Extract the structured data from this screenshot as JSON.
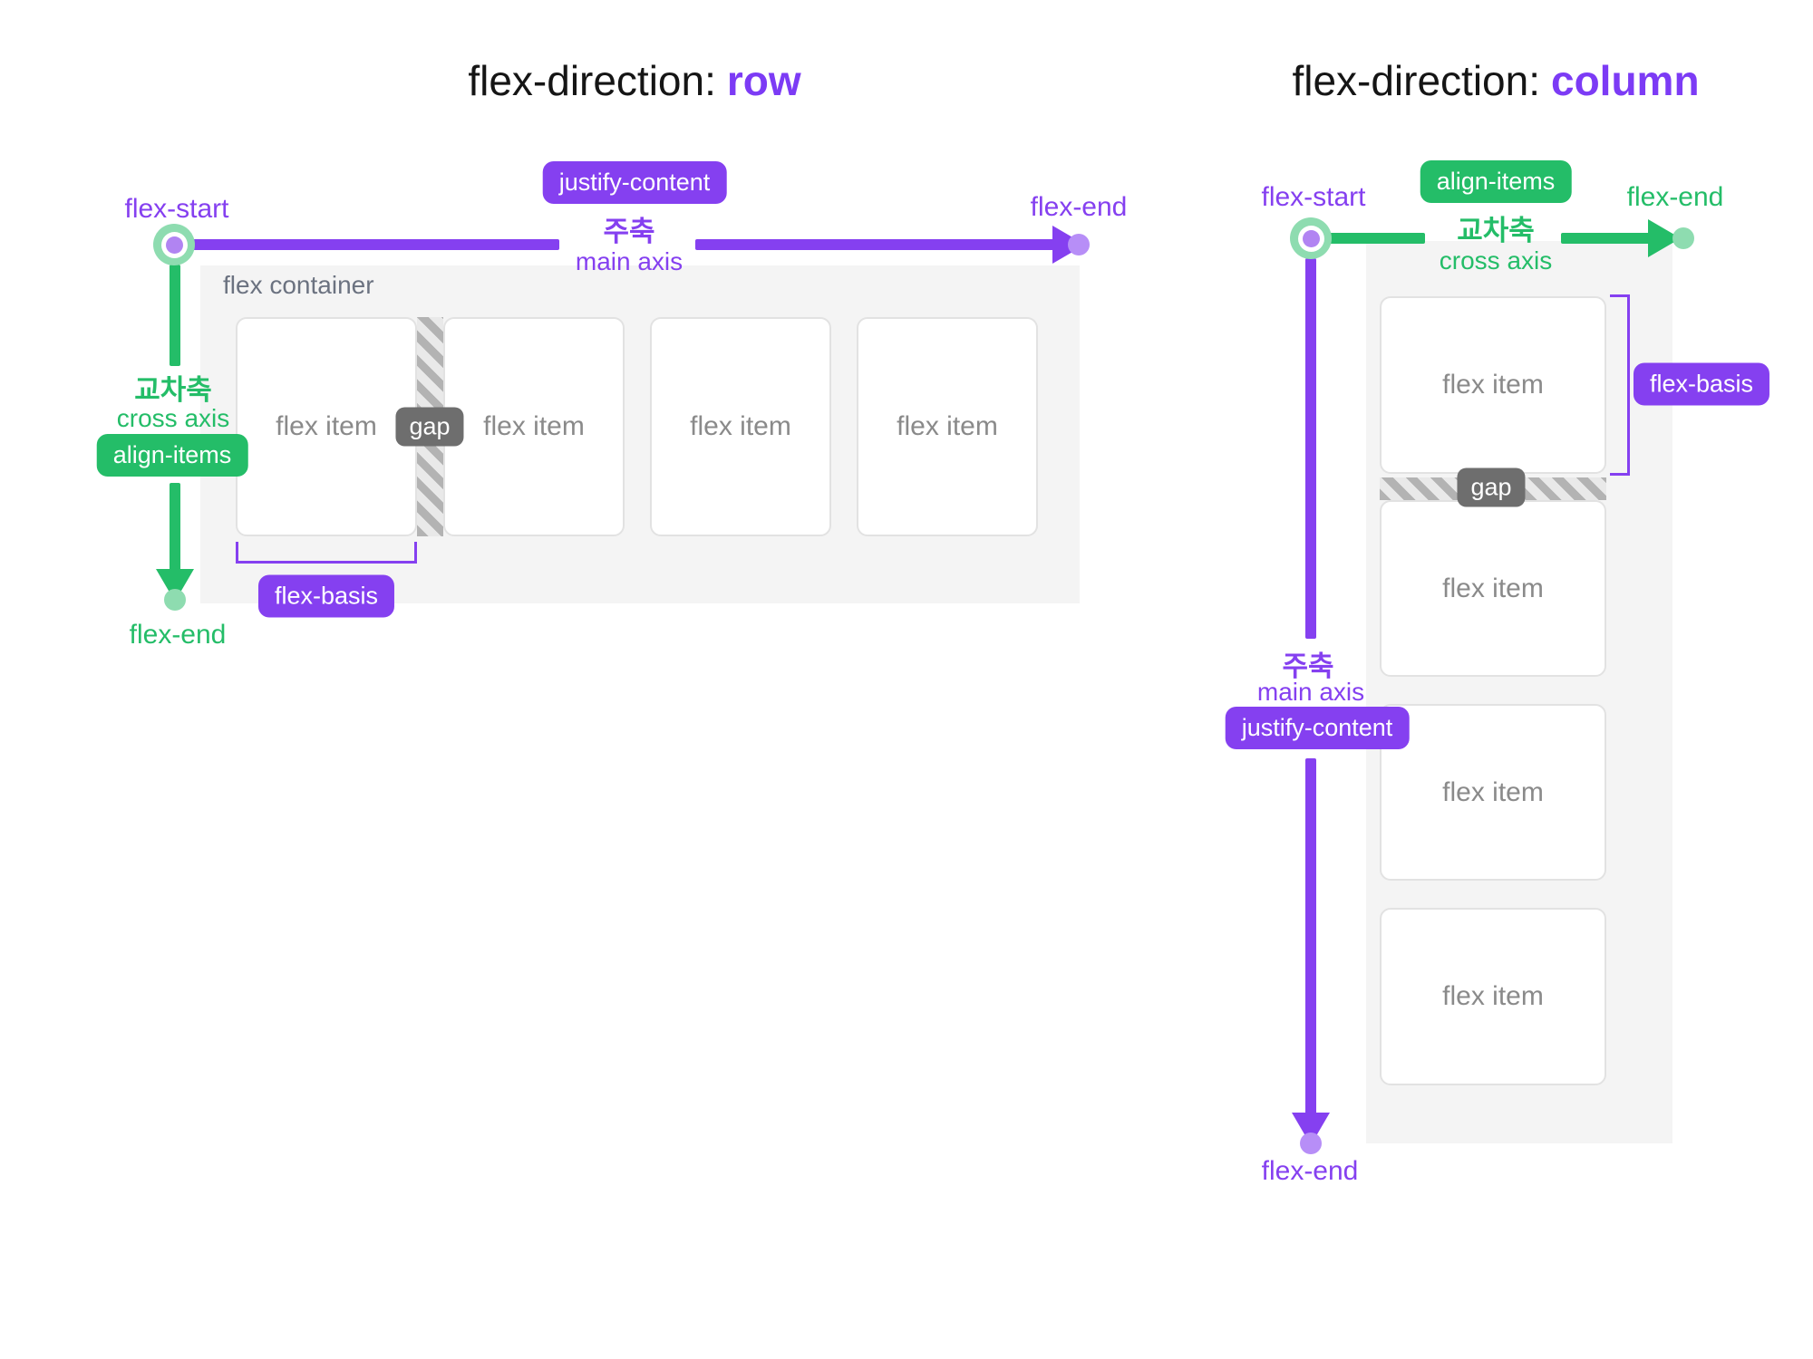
{
  "palette": {
    "purple": "#8540f0",
    "purple_light": "#b78ef7",
    "green": "#24bd68",
    "green_light": "#8edcb0",
    "container_bg": "#f4f4f4",
    "gap_badge_bg": "#6e6e6e",
    "item_border": "#e2e2e2",
    "item_text": "#8a8a8a"
  },
  "left": {
    "title_prefix": "flex-direction:",
    "title_value": "row",
    "labels": {
      "flex_start": "flex-start",
      "flex_end_main": "flex-end",
      "flex_end_cross": "flex-end",
      "justify_content": "justify-content",
      "align_items": "align-items",
      "main_axis_ko": "주축",
      "main_axis_en": "main axis",
      "cross_axis_ko": "교차축",
      "cross_axis_en": "cross axis",
      "container": "flex container",
      "gap": "gap",
      "flex_basis": "flex-basis"
    },
    "items": [
      "flex item",
      "flex item",
      "flex item",
      "flex item"
    ]
  },
  "right": {
    "title_prefix": "flex-direction:",
    "title_value": "column",
    "labels": {
      "flex_start": "flex-start",
      "flex_end_cross": "flex-end",
      "flex_end_main": "flex-end",
      "justify_content": "justify-content",
      "align_items": "align-items",
      "main_axis_ko": "주축",
      "main_axis_en": "main axis",
      "cross_axis_ko": "교차축",
      "cross_axis_en": "cross axis",
      "gap": "gap",
      "flex_basis": "flex-basis"
    },
    "items": [
      "flex item",
      "flex item",
      "flex item",
      "flex item"
    ]
  }
}
